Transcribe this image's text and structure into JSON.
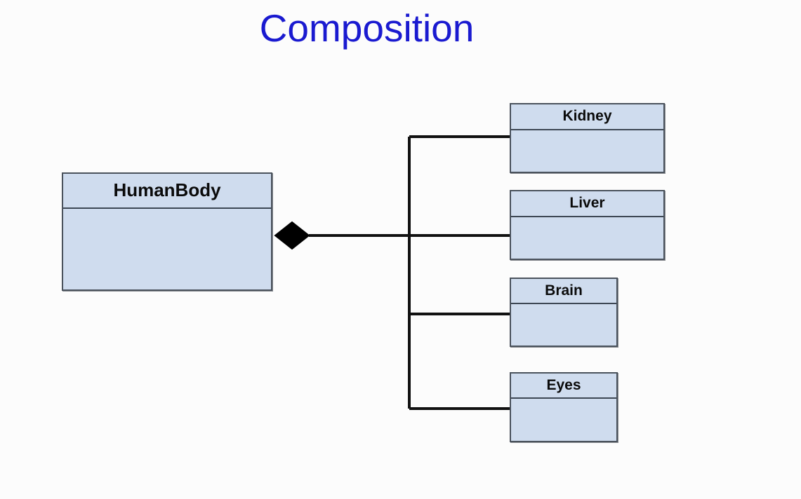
{
  "slide": {
    "title": "Composition",
    "title_color": "#1a1ad0",
    "background_color": "#fcfcfc"
  },
  "diagram": {
    "type": "uml-class-diagram",
    "relationship": "composition",
    "whole_class": {
      "name": "HumanBody",
      "attributes": "",
      "fill_color": "#cfdcee",
      "border_color": "#4a525c"
    },
    "part_classes": [
      {
        "name": "Kidney",
        "attributes": "",
        "fill_color": "#cfdcee",
        "border_color": "#4a525c"
      },
      {
        "name": "Liver",
        "attributes": "",
        "fill_color": "#cfdcee",
        "border_color": "#4a525c"
      },
      {
        "name": "Brain",
        "attributes": "",
        "fill_color": "#cfdcee",
        "border_color": "#4a525c"
      },
      {
        "name": "Eyes",
        "attributes": "",
        "fill_color": "#cfdcee",
        "border_color": "#4a525c"
      }
    ],
    "connector": {
      "marker": "filled-diamond",
      "marker_color": "#000000",
      "line_color": "#111111"
    }
  }
}
